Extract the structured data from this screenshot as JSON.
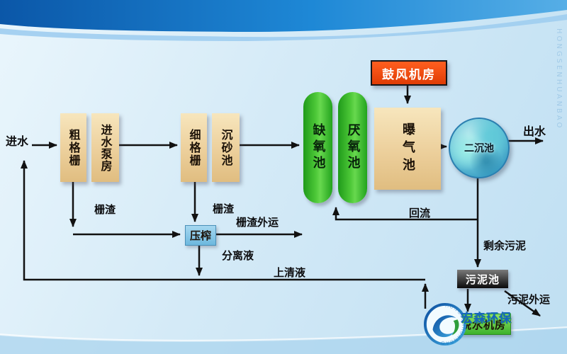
{
  "flow": {
    "influent": "进水",
    "coarse_screen": "粗格栅",
    "inlet_pump_house": "进水泵房",
    "fine_screen": "细格栅",
    "grit_chamber": "沉砂池",
    "anoxic_tank": "缺氧池",
    "anaerobic_tank": "厌氧池",
    "aeration_tank": "曝气池",
    "blower_room": "鼓风机房",
    "secondary_clarifier": "二沉池",
    "effluent": "出水",
    "screenings_coarse": "栅渣",
    "screenings_fine": "栅渣",
    "press": "压榨",
    "screenings_outbound": "栅渣外运",
    "separated_liquid": "分离液",
    "supernatant": "上清液",
    "return_flow": "回流",
    "excess_sludge": "剩余污泥",
    "sludge_tank": "污泥池",
    "sludge_outbound": "污泥外运",
    "dewatering_room": "脱水机房"
  },
  "logo": {
    "brand": "宏森环保",
    "watermark": "HONGSENHUANBAO"
  },
  "page": {
    "edge_watermark": "HONGSENHUANBAO"
  },
  "colors": {
    "banner_blue": "#0b57a8",
    "tank_tan": "#eccf9b",
    "bio_green": "#3fbf2e",
    "blower_orange": "#e8430c",
    "press_blue": "#86c6e6",
    "sludge_black": "#111111",
    "dewater_green": "#54c338",
    "clarifier_blue": "#5ab8d4"
  }
}
